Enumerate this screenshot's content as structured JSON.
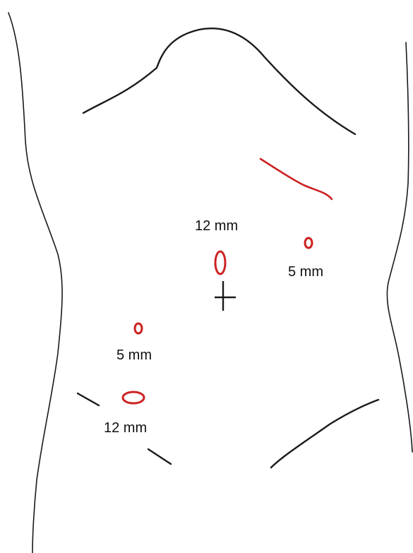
{
  "colors": {
    "outline": "#1a1a1a",
    "incision": "#cc2222",
    "text": "#111111",
    "background": "#ffffff"
  },
  "ports": [
    {
      "id": "umbilical",
      "label": "12 mm",
      "shape": "vertical-ellipse"
    },
    {
      "id": "right-upper",
      "label": "5 mm",
      "shape": "small-oval"
    },
    {
      "id": "left-lower",
      "label": "5 mm",
      "shape": "small-oval"
    },
    {
      "id": "left-iliac",
      "label": "12 mm",
      "shape": "horizontal-ellipse"
    }
  ],
  "markers": {
    "umbilicus": "cross-icon",
    "subcostal_incision": "red-subcostal-line"
  }
}
